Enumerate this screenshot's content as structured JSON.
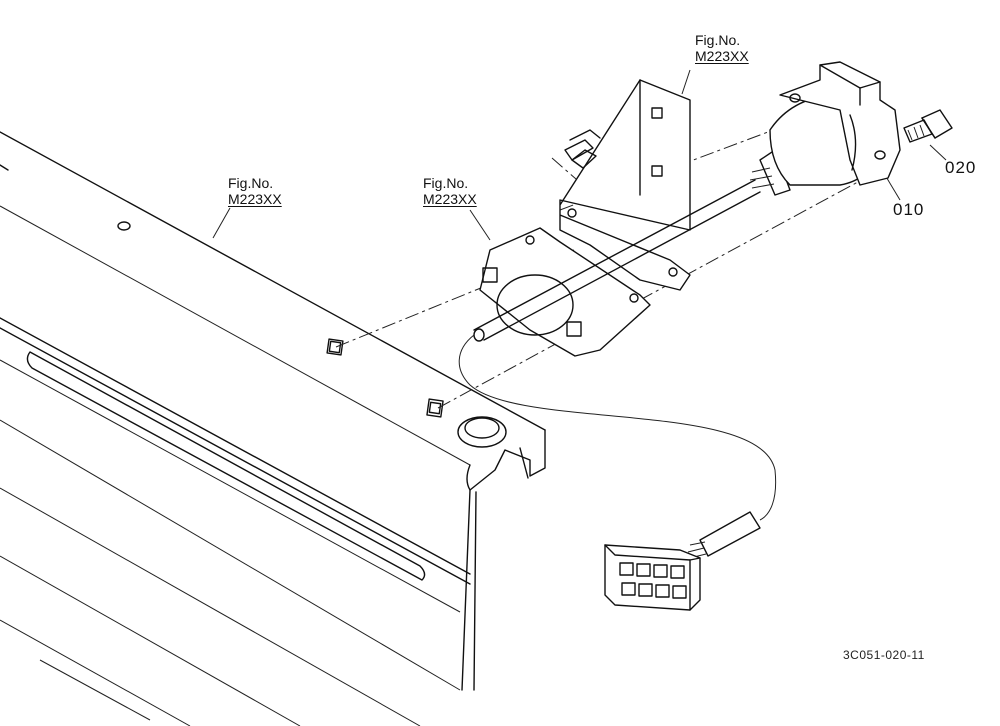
{
  "callouts": {
    "top_ref_label": "Fig.No.",
    "top_ref_code": "M223XX",
    "left_ref_label": "Fig.No.",
    "left_ref_code": "M223XX",
    "mid_ref_label": "Fig.No.",
    "mid_ref_code": "M223XX"
  },
  "parts": {
    "sensor_number": "010",
    "bolt_number": "020"
  },
  "drawing_id": "3C051-020-11",
  "colors": {
    "line": "#111111",
    "background": "#ffffff"
  }
}
